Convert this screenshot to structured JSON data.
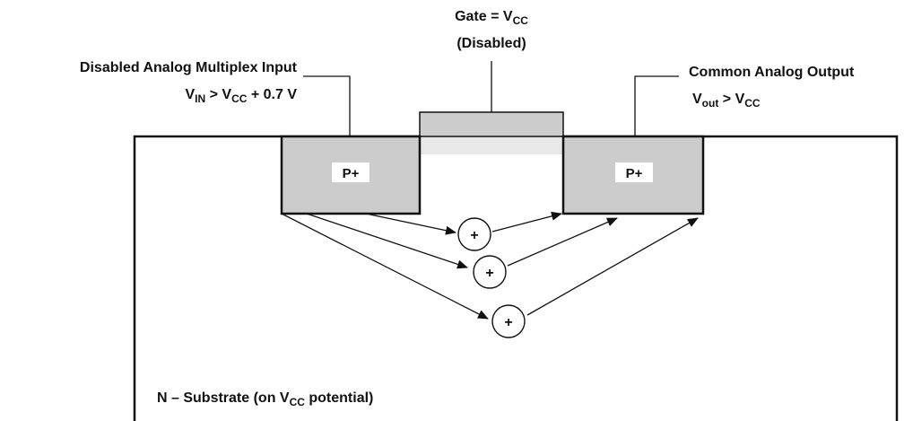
{
  "gate_label": {
    "line1_prefix": "Gate = V",
    "line1_sub": "CC",
    "line2": "(Disabled)"
  },
  "input_label": {
    "line1": "Disabled Analog Multiplex Input",
    "v": "V",
    "v_sub": "IN",
    "mid": " > V",
    "mid_sub": "CC",
    "tail": " + 0.7 V"
  },
  "output_label": {
    "line1": "Common Analog Output",
    "v": "V",
    "v_sub": "out",
    "mid": " > V",
    "mid_sub": "CC"
  },
  "regions": {
    "left": "P+",
    "right": "P+"
  },
  "carrier_symbol": "+",
  "substrate_label": {
    "prefix": "N – Substrate (on V",
    "sub": "CC",
    "suffix": " potential)"
  },
  "colors": {
    "line": "#111111",
    "region_fill": "#cccccc",
    "background": "#ffffff"
  }
}
